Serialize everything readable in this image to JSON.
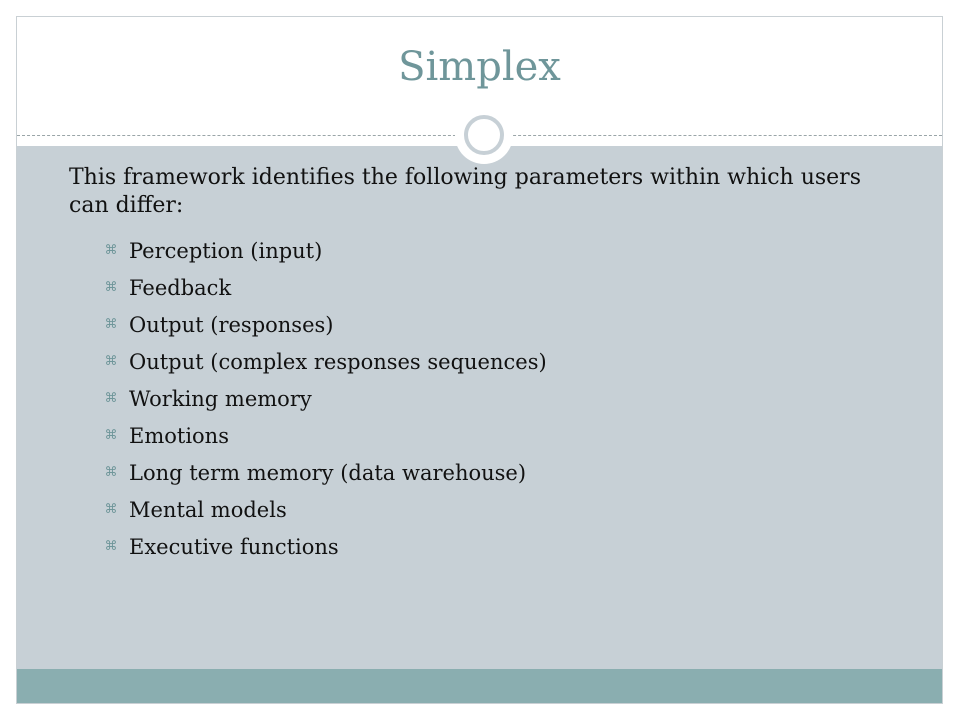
{
  "slide": {
    "title": "Simplex",
    "intro": "This framework identifies the following parameters within which users can differ:",
    "bullet_icon": "cross-bullet-icon",
    "bullets": [
      "Perception (input)",
      "Feedback",
      "Output (responses)",
      "Output (complex responses sequences)",
      "Working memory",
      "Emotions",
      "Long term memory (data warehouse)",
      "Mental models",
      "Executive functions"
    ]
  },
  "colors": {
    "title": "#6f969a",
    "content_background": "#c7d0d6",
    "footer_band": "#8aaeb0",
    "text": "#111111"
  }
}
